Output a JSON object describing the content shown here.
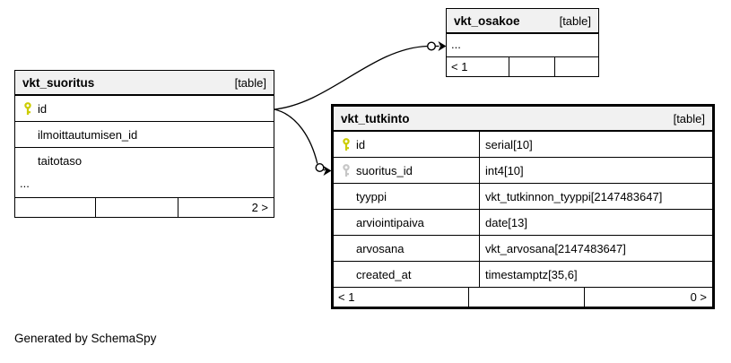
{
  "note": "Generated by SchemaSpy",
  "colors": {
    "background": "#ffffff",
    "header_bg": "#f1f1f1",
    "border": "#000000",
    "primary_key": "#cccc00",
    "foreign_key": "#c6c6c6"
  },
  "icons": {
    "pk": "primary-key-icon",
    "fk": "foreign-key-icon"
  },
  "tables": {
    "suoritus": {
      "name": "vkt_suoritus",
      "badge": "[table]",
      "rows": [
        {
          "name": "id",
          "key": "pk"
        },
        {
          "name": "ilmoittautumisen_id",
          "key": ""
        },
        {
          "name": "taitotaso",
          "key": ""
        }
      ],
      "ellipsis": "...",
      "footer": {
        "left": "",
        "mid": "",
        "right": "2 >"
      }
    },
    "osakoe": {
      "name": "vkt_osakoe",
      "badge": "[table]",
      "ellipsis": "...",
      "footer": {
        "left": "< 1",
        "mid": "",
        "right": ""
      }
    },
    "tutkinto": {
      "name": "vkt_tutkinto",
      "badge": "[table]",
      "rows": [
        {
          "name": "id",
          "type": "serial[10]",
          "key": "pk"
        },
        {
          "name": "suoritus_id",
          "type": "int4[10]",
          "key": "fk"
        },
        {
          "name": "tyyppi",
          "type": "vkt_tutkinnon_tyyppi[2147483647]",
          "key": ""
        },
        {
          "name": "arviointipaiva",
          "type": "date[13]",
          "key": ""
        },
        {
          "name": "arvosana",
          "type": "vkt_arvosana[2147483647]",
          "key": ""
        },
        {
          "name": "created_at",
          "type": "timestamptz[35,6]",
          "key": ""
        }
      ],
      "footer": {
        "left": "< 1",
        "mid": "",
        "right": "0 >"
      }
    }
  },
  "connectors": [
    {
      "from_table": "vkt_suoritus",
      "from_column": "id",
      "to_table": "vkt_osakoe"
    },
    {
      "from_table": "vkt_suoritus",
      "from_column": "id",
      "to_table": "vkt_tutkinto",
      "to_column": "suoritus_id"
    }
  ]
}
